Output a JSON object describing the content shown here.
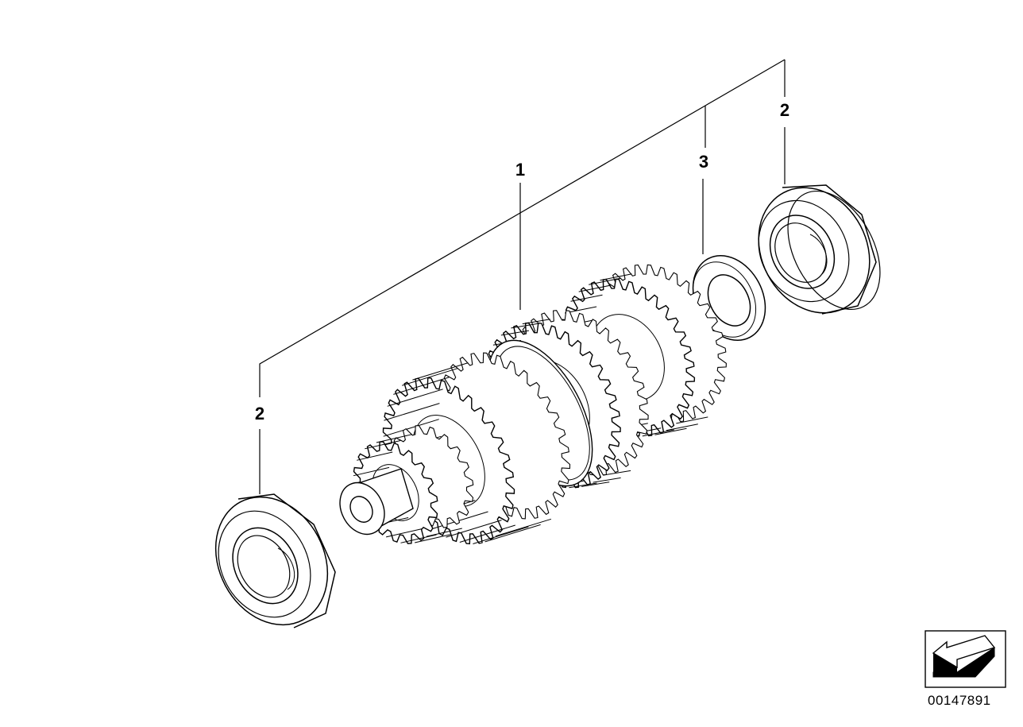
{
  "callouts": {
    "part_1": "1",
    "part_2_left": "2",
    "part_2_right": "2",
    "part_3": "3"
  },
  "parts": [
    {
      "callout": "1",
      "icon": "countershaft-gear-cluster-icon"
    },
    {
      "callout": "2",
      "icon": "ball-bearing-icon"
    },
    {
      "callout": "3",
      "icon": "shim-washer-icon"
    }
  ],
  "document_number": "00147891",
  "colors": {
    "line": "#000000",
    "background": "#ffffff",
    "fill": "#ffffff"
  }
}
